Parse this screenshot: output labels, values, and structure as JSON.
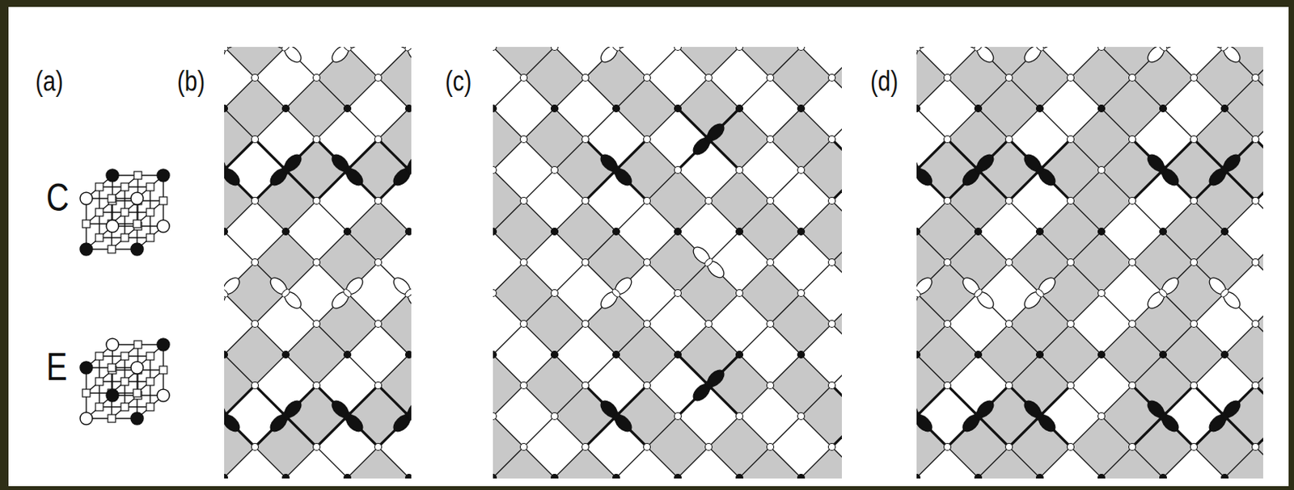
{
  "diagram": {
    "labels": [
      "(a)",
      "(b)",
      "(c)",
      "(d)",
      "C",
      "E"
    ]
  }
}
